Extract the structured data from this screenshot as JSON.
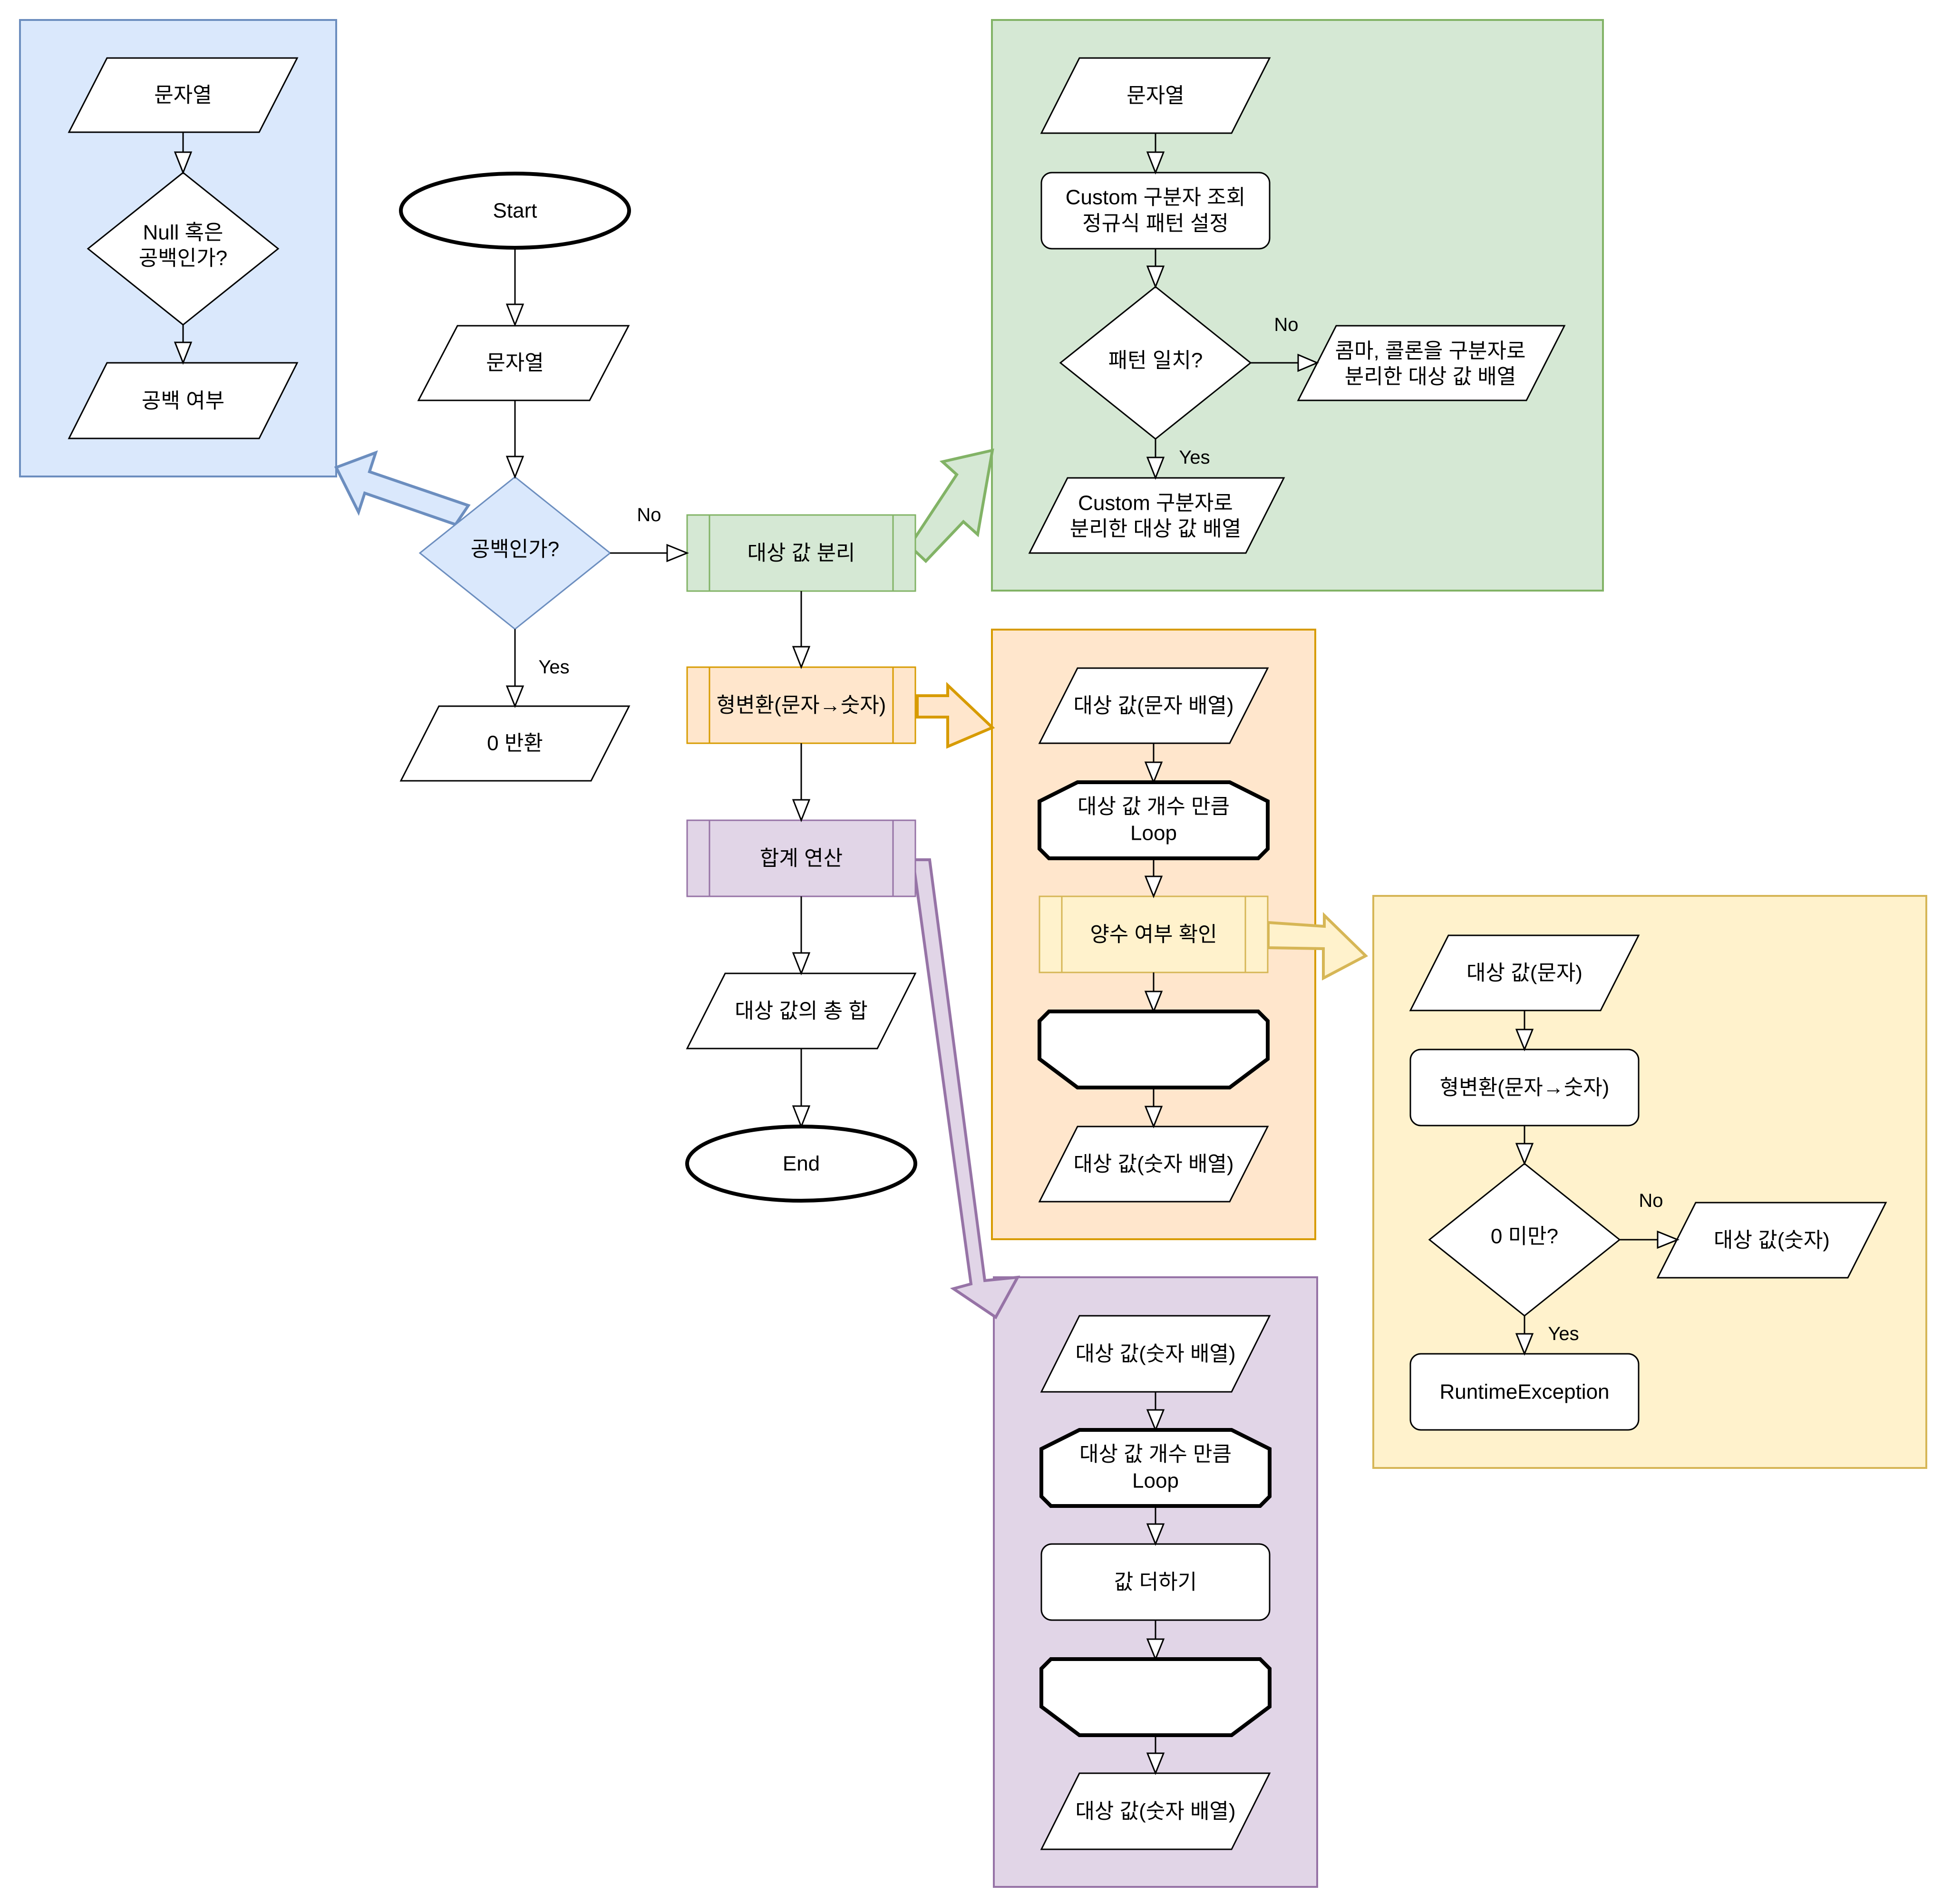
{
  "colors": {
    "blue_fill": "#dae8fc",
    "blue_stroke": "#6c8ebf",
    "green_fill": "#d5e8d4",
    "green_stroke": "#82b366",
    "orange_fill": "#ffe6cc",
    "orange_stroke": "#d79b00",
    "purple_fill": "#e1d5e7",
    "purple_stroke": "#9673a6",
    "yellow_fill": "#fff2cc",
    "yellow_stroke": "#d6b656"
  },
  "main": {
    "start": "Start",
    "input_string": "문자열",
    "is_blank": "공백인가?",
    "return_zero": "0 반환",
    "split_values": "대상 값 분리",
    "convert_type": "형변환(문자→숫자)",
    "sum_operation": "합계 연산",
    "total_sum": "대상 값의 총 합",
    "end": "End",
    "label_no": "No",
    "label_yes": "Yes"
  },
  "blank_check": {
    "input": "문자열",
    "decision_line1": "Null 혹은",
    "decision_line2": "공백인가?",
    "output": "공백 여부"
  },
  "split_detail": {
    "input": "문자열",
    "pattern_line1": "Custom 구분자 조회",
    "pattern_line2": "정규식 패턴 설정",
    "decision": "패턴 일치?",
    "no_output_line1": "콤마, 콜론을 구분자로",
    "no_output_line2": "분리한 대상 값 배열",
    "yes_output_line1": "Custom 구분자로",
    "yes_output_line2": "분리한 대상 값 배열",
    "label_no": "No",
    "label_yes": "Yes"
  },
  "convert_detail": {
    "input": "대상 값(문자 배열)",
    "loop_line1": "대상 값 개수 만큼",
    "loop_line2": "Loop",
    "check_positive": "양수 여부 확인",
    "output": "대상 값(숫자 배열)"
  },
  "positive_detail": {
    "input": "대상 값(문자)",
    "convert": "형변환(문자→숫자)",
    "decision": "0 미만?",
    "no_output": "대상 값(숫자)",
    "exception": "RuntimeException",
    "label_no": "No",
    "label_yes": "Yes"
  },
  "sum_detail": {
    "input": "대상 값(숫자 배열)",
    "loop_line1": "대상 값 개수 만큼",
    "loop_line2": "Loop",
    "add_value": "값 더하기",
    "output": "대상 값(숫자 배열)"
  }
}
